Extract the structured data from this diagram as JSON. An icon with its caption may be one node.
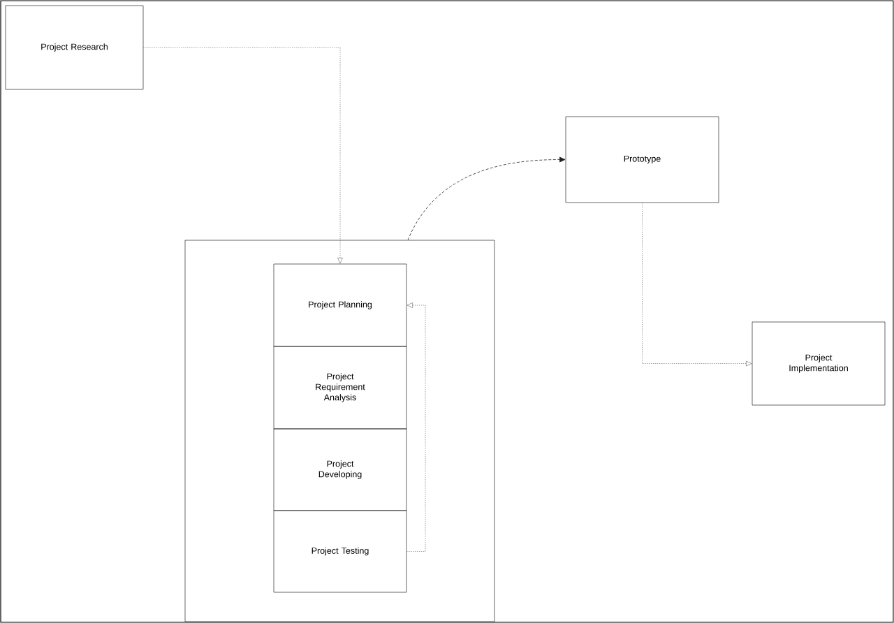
{
  "diagram": {
    "nodes": [
      {
        "text": [
          "Project Research"
        ]
      },
      {
        "text": [],
        "shape": "box"
      },
      {
        "text": [
          "Project Planning"
        ],
        "in": 1
      },
      {
        "text": [
          "Project Requirement Analysis"
        ],
        "in": 1
      },
      {
        "text": [
          "Project Developing"
        ],
        "in": 1
      },
      {
        "text": [
          "Project Testing"
        ],
        "in": 1
      },
      {
        "text": [
          "Prototype"
        ]
      },
      {
        "text": [
          "Project Implementation"
        ]
      }
    ],
    "edges": [
      {
        "from": 0,
        "to": 2,
        "arrow": "to"
      },
      {
        "from": 1,
        "to": 6,
        "arrow": "to",
        "style": "dashed",
        "color": "#222222"
      },
      {
        "from": 5,
        "to": 2,
        "arrow": "to"
      },
      {
        "from": 6,
        "to": 7,
        "arrow": "to"
      }
    ]
  }
}
